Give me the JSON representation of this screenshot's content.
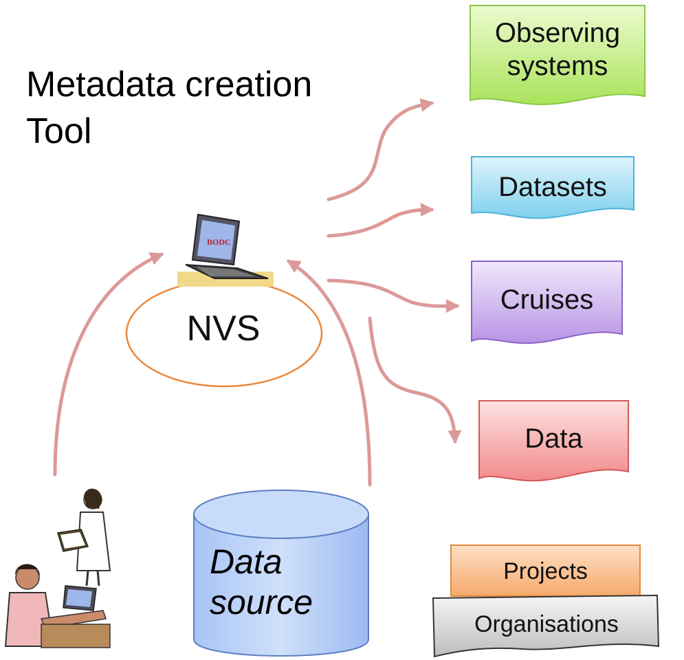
{
  "title": "Metadata creation\n Tool",
  "nvs": {
    "label": "NVS"
  },
  "data_source": {
    "label": "Data\nsource"
  },
  "outputs": [
    {
      "label": "Observing systems",
      "color": "#b9ea6f"
    },
    {
      "label": "Datasets",
      "color": "#8fd6ee"
    },
    {
      "label": "Cruises",
      "color": "#c4a8e8"
    },
    {
      "label": "Data",
      "color": "#f59a9a"
    }
  ],
  "entities": [
    {
      "label": "Projects",
      "color": "#f7b37b"
    },
    {
      "label": "Organisations",
      "color": "#c9c9c9"
    }
  ],
  "laptop_screen_text": "BODC",
  "arrow_color": "#d98f8f"
}
